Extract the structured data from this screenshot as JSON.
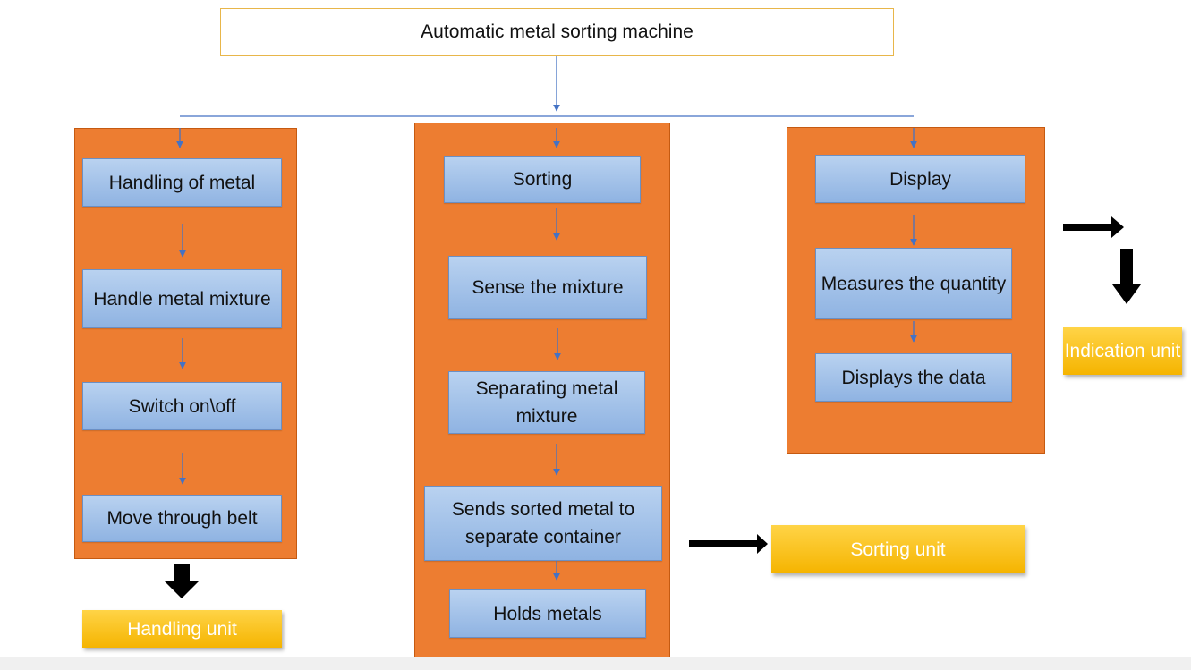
{
  "diagram": {
    "title": "Automatic metal sorting machine",
    "handling": {
      "steps": [
        "Handling of metal",
        "Handle metal mixture",
        "Switch on\\off",
        "Move through belt"
      ],
      "unit_label": "Handling unit"
    },
    "sorting": {
      "steps": [
        "Sorting",
        "Sense the mixture",
        "Separating metal mixture",
        "Sends sorted metal to separate container",
        "Holds metals"
      ],
      "unit_label": "Sorting unit"
    },
    "indication": {
      "steps": [
        "Display",
        "Measures the quantity",
        "Displays the data"
      ],
      "unit_label": "Indication unit"
    }
  },
  "colors": {
    "panel": "#ed7d31",
    "node_fill": "#9dc3e6",
    "unit_fill": "#ffc000",
    "connector": "#4472c4",
    "block_arrow": "#000000"
  }
}
